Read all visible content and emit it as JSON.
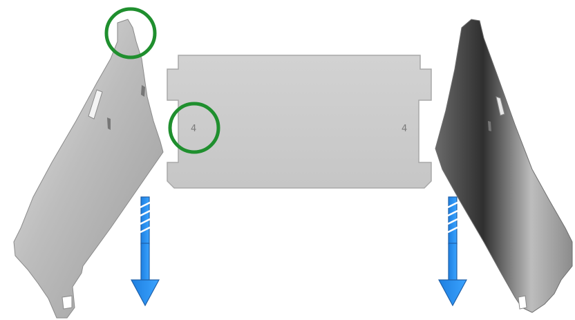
{
  "diagram": {
    "colors": {
      "background": "#ffffff",
      "panel": "#c9c9c9",
      "panel_edge": "#a8a8a8",
      "highlight_circle": "#1f8f2e",
      "arrow": "#2f95f0",
      "arrow_dark": "#1e5fa8"
    },
    "center_panel": {
      "tab_labels": [
        "4",
        "4"
      ]
    },
    "highlights": [
      {
        "target": "top-of-left-panel"
      },
      {
        "target": "left-tab-of-center-panel"
      }
    ],
    "arrows": [
      {
        "direction": "down",
        "side": "left"
      },
      {
        "direction": "down",
        "side": "right"
      }
    ]
  }
}
